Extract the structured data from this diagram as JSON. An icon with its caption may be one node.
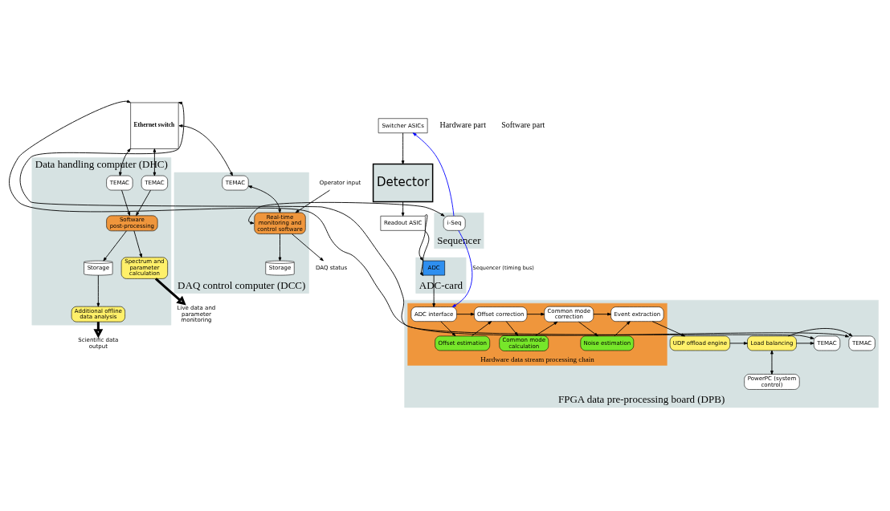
{
  "diagram": {
    "nodes": [
      {
        "text": [
          "Detector"
        ]
      },
      {
        "text": [
          "Readout ASIC"
        ]
      },
      {
        "text": [
          "Switcher ASICs"
        ]
      },
      {
        "text": [
          "ADC-card"
        ]
      },
      {
        "text": [
          "ADC"
        ],
        "in": 3
      },
      {
        "text": [
          "FPGA data pre-processing board (DPB)"
        ]
      },
      {
        "text": [
          "Hardware data stream processing chain"
        ],
        "in": 5
      },
      {
        "text": [
          "ADC interface"
        ],
        "in": 6
      },
      {
        "text": [
          "Offset correction"
        ],
        "in": 6
      },
      {
        "text": [
          "Offset estimation"
        ],
        "in": 6
      },
      {
        "text": [
          "Common mode correction"
        ],
        "in": 6
      },
      {
        "text": [
          "Common mode calculation"
        ],
        "in": 6
      },
      {
        "text": [
          "Event extraction"
        ],
        "in": 6
      },
      {
        "text": [
          "Noise estimation"
        ],
        "in": 6
      },
      {
        "text": [
          "TEMAC"
        ],
        "in": 5
      },
      {
        "text": [
          "TEMAC"
        ],
        "in": 5
      },
      {
        "text": [
          "Load balancing"
        ],
        "in": 5
      },
      {
        "text": [
          "UDP offload engine"
        ],
        "in": 5
      },
      {
        "text": [
          "PowerPC (system control)"
        ],
        "in": 5
      },
      {
        "text": [
          "Ethernet switch"
        ]
      },
      {
        "text": [
          "Data handling computer (DHC)"
        ]
      },
      {
        "text": [
          "TEMAC"
        ],
        "in": 20
      },
      {
        "text": [
          "TEMAC"
        ],
        "in": 20
      },
      {
        "text": [
          "Software post-processing"
        ],
        "in": 20
      },
      {
        "text": [
          "Spectrum and parameter calculation"
        ],
        "in": 20
      },
      {
        "text": [
          "Storage"
        ],
        "in": 20
      },
      {
        "text": [
          "Additional offline data analysis"
        ],
        "in": 20
      },
      {
        "text": [
          "Live data and parameter monitoring"
        ]
      },
      {
        "text": [
          "Scientific data output"
        ]
      },
      {
        "text": [
          "DAQ control computer (DCC)"
        ]
      },
      {
        "text": [
          "TEMAC"
        ],
        "in": 29
      },
      {
        "text": [
          "Real-time monitoring and control software"
        ],
        "in": 29
      },
      {
        "text": [
          "Storage"
        ],
        "in": 29
      },
      {
        "text": [
          "Operator input"
        ]
      },
      {
        "text": [
          "DAQ status"
        ]
      },
      {
        "text": [
          "Sequencer"
        ]
      },
      {
        "text": [
          "i-Seq"
        ],
        "in": 35
      }
    ],
    "edges": [
      {
        "from": 0,
        "to": 1,
        "arrow": "to"
      },
      {
        "from": 1,
        "to": 4,
        "arrow": "to"
      },
      {
        "from": 1,
        "to": 4,
        "arrow": "to"
      },
      {
        "from": 2,
        "to": 0,
        "arrow": "to"
      },
      {
        "from": 36,
        "to": 2,
        "arrow": "to",
        "color": "#0000ff"
      },
      {
        "from": 36,
        "to": 7,
        "arrow": "to",
        "color": "#0000ff",
        "label": "Sequencer (timing bus)"
      },
      {
        "from": 4,
        "to": 7,
        "arrow": "to"
      },
      {
        "from": 7,
        "to": 8,
        "arrow": "to"
      },
      {
        "from": 7,
        "to": 9,
        "arrow": "to"
      },
      {
        "from": 9,
        "to": 8,
        "arrow": "to"
      },
      {
        "from": 8,
        "to": 10,
        "arrow": "to"
      },
      {
        "from": 8,
        "to": 11,
        "arrow": "to"
      },
      {
        "from": 11,
        "to": 10,
        "arrow": "to"
      },
      {
        "from": 10,
        "to": 12,
        "arrow": "to"
      },
      {
        "from": 10,
        "to": 13,
        "arrow": "to"
      },
      {
        "from": 13,
        "to": 12,
        "arrow": "to"
      },
      {
        "from": 12,
        "to": 17,
        "arrow": "to"
      },
      {
        "from": 17,
        "to": 16,
        "arrow": "to"
      },
      {
        "from": 16,
        "to": 14,
        "arrow": "to"
      },
      {
        "from": 16,
        "to": 15,
        "arrow": "to"
      },
      {
        "from": 16,
        "to": 18,
        "arrow": "both"
      },
      {
        "from": 19,
        "to": 14,
        "arrow": "both"
      },
      {
        "from": 19,
        "to": 15,
        "arrow": "both"
      },
      {
        "from": 19,
        "to": 21,
        "arrow": "both"
      },
      {
        "from": 19,
        "to": 22,
        "arrow": "both"
      },
      {
        "from": 21,
        "to": 23,
        "arrow": "to"
      },
      {
        "from": 22,
        "to": 23,
        "arrow": "to"
      },
      {
        "from": 23,
        "to": 24,
        "arrow": "to"
      },
      {
        "from": 23,
        "to": 25,
        "arrow": "to"
      },
      {
        "from": 25,
        "to": 26,
        "arrow": "to"
      },
      {
        "from": 24,
        "to": 27,
        "arrow": "to",
        "style": "thick"
      },
      {
        "from": 26,
        "to": 28,
        "arrow": "to",
        "style": "thick"
      },
      {
        "from": 19,
        "to": 30,
        "arrow": "both"
      },
      {
        "from": 30,
        "to": 31,
        "arrow": "both"
      },
      {
        "from": 36,
        "to": 31,
        "arrow": "both"
      },
      {
        "from": 33,
        "to": 31,
        "arrow": "to"
      },
      {
        "from": 31,
        "to": 32,
        "arrow": "to"
      },
      {
        "from": 31,
        "to": 34,
        "arrow": "to"
      }
    ],
    "labels": [
      "Hardware part",
      "Software part"
    ]
  }
}
